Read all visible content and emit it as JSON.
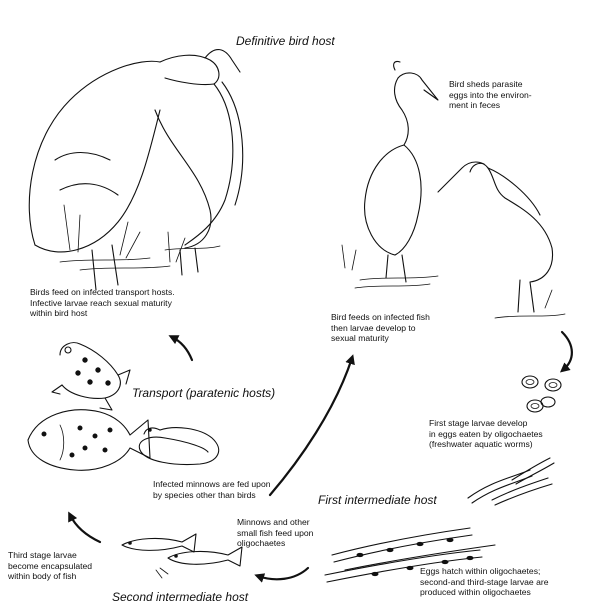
{
  "stages": {
    "definitive_host": "Definitive bird host",
    "transport_host": "Transport (paratenic hosts)",
    "first_intermediate": "First intermediate host",
    "second_intermediate": "Second intermediate host"
  },
  "notes": {
    "sheds_eggs": "Bird sheds parasite\neggs into the environ-\nment in feces",
    "feeds_transport": "Birds feed on infected transport hosts.\nInfective larvae reach sexual maturity\nwithin bird host",
    "feeds_fish": "Bird feeds on infected fish\nthen larvae develop to\nsexual maturity",
    "first_stage": "First stage larvae develop\nin eggs eaten by oligochaetes\n(freshwater aquatic worms)",
    "minnows_fed": "Infected minnows are fed upon\nby species other than birds",
    "minnows_feed": "Minnows and other\nsmall fish feed upon\noligochaetes",
    "third_stage": "Third stage larvae\nbecome encapsulated\nwithin body of fish",
    "eggs_hatch": "Eggs hatch within oligochaetes;\nsecond-and third-stage larvae are\nproduced within oligochaetes"
  }
}
